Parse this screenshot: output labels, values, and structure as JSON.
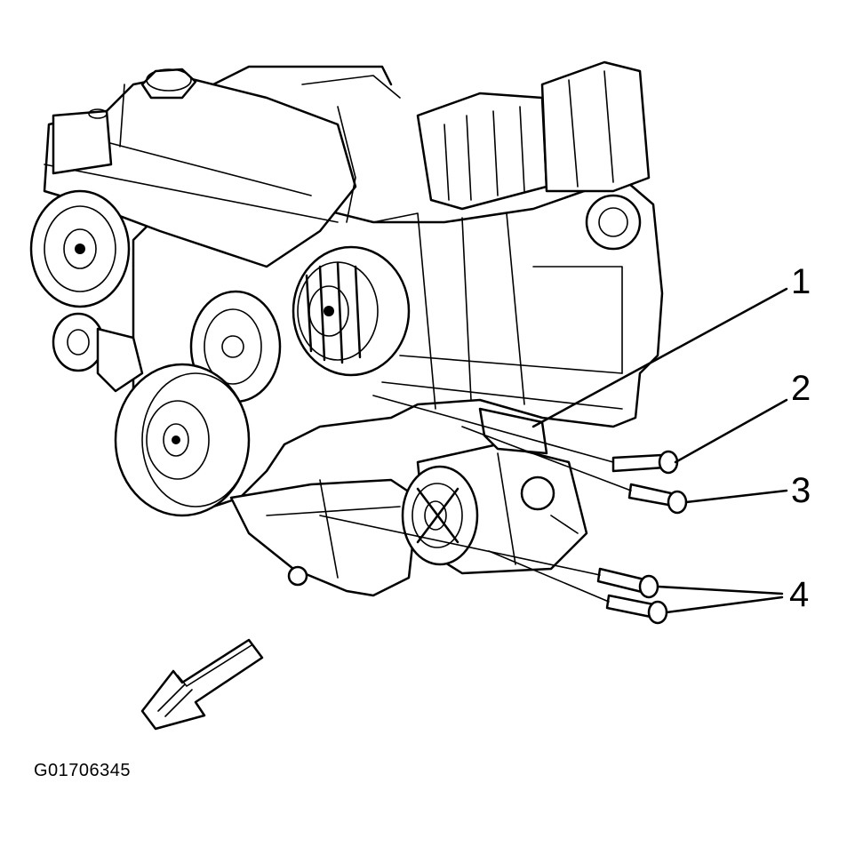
{
  "figure_id": "G01706345",
  "callouts": [
    {
      "label": "1"
    },
    {
      "label": "2"
    },
    {
      "label": "3"
    },
    {
      "label": "4"
    }
  ],
  "colors": {
    "line": "#000000",
    "background": "#ffffff"
  }
}
